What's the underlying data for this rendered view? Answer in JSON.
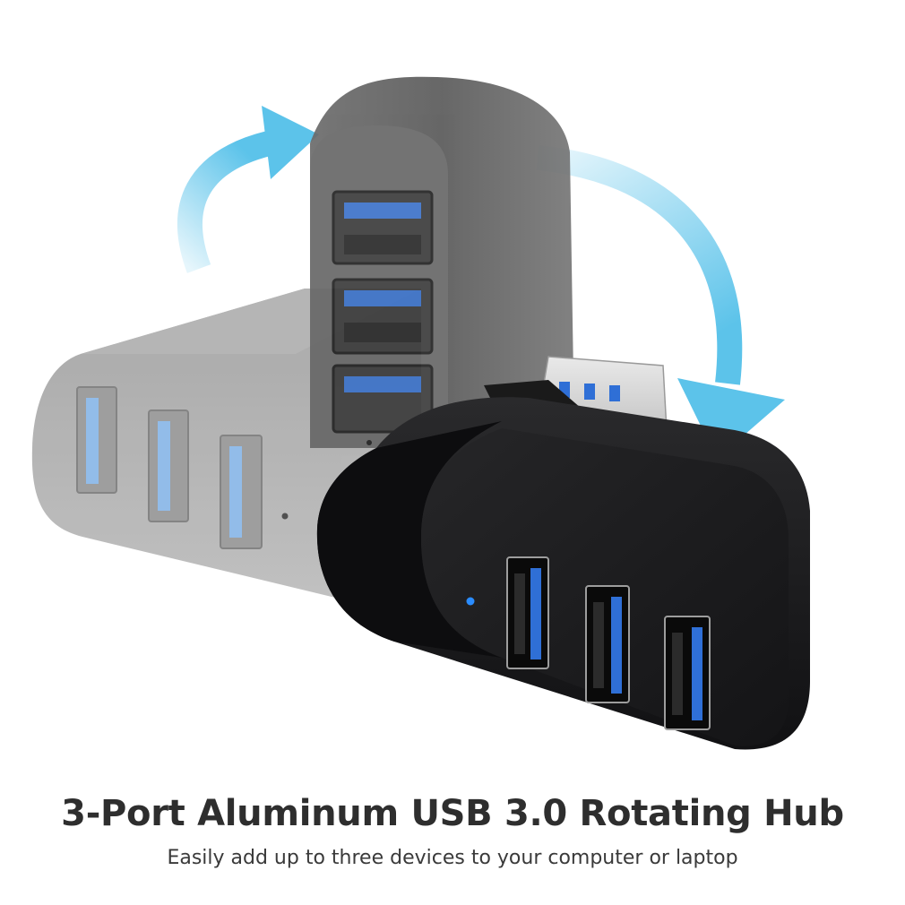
{
  "headline": "3-Port Aluminum USB 3.0 Rotating Hub",
  "subline": "Easily add up to three devices to your computer or laptop",
  "icons": {
    "rotate_left": "rotate-arrow-icon",
    "rotate_right": "rotate-arrow-icon",
    "usb_symbol": "usb-symbol-icon"
  },
  "colors": {
    "arrow": "#5cc3ea",
    "hub_dark": "#1d1d1f",
    "port_blue": "#2f6fd6",
    "led": "#2a8cff",
    "text": "#2e2e2e"
  },
  "product": {
    "ports_per_hub": 3,
    "positions_shown": [
      "horizontal faded",
      "vertical",
      "horizontal front"
    ]
  }
}
